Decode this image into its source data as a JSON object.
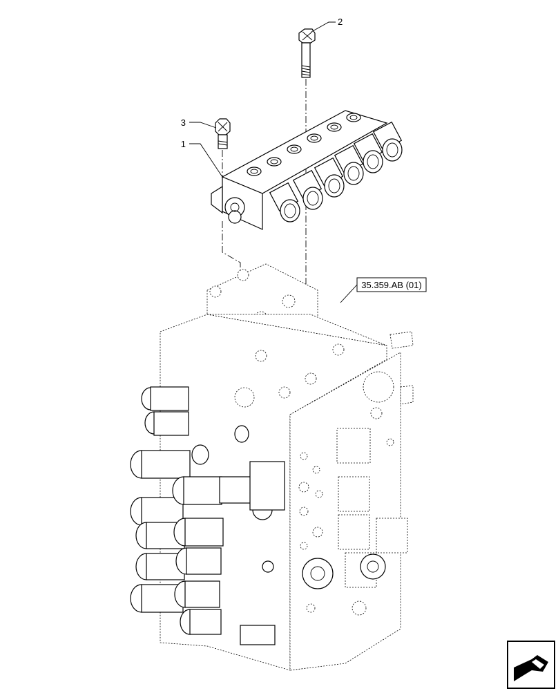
{
  "callouts": [
    {
      "label": "1"
    },
    {
      "label": "2"
    },
    {
      "label": "3"
    }
  ],
  "reference_box": {
    "text": "35.359.AB (01)"
  },
  "nav_icon": {
    "name": "next-page-arrow-icon"
  }
}
